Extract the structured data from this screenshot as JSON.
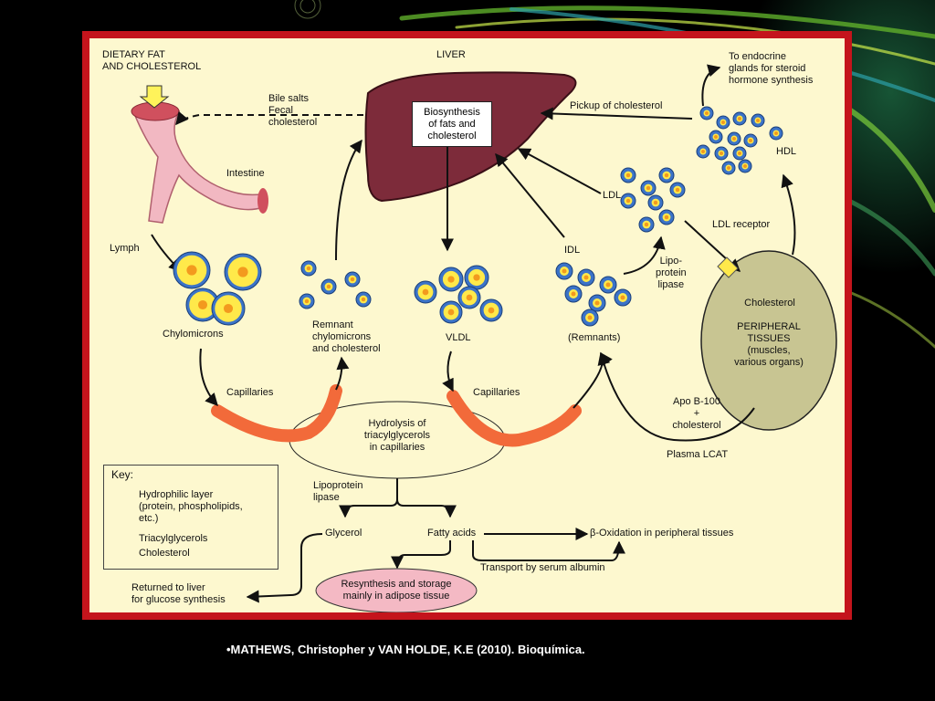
{
  "labels": {
    "dietary": "DIETARY FAT\nAND CHOLESTEROL",
    "liver": "LIVER",
    "liver_box": "Biosynthesis\nof fats and\ncholesterol",
    "bile": "Bile salts\nFecal\ncholesterol",
    "intestine": "Intestine",
    "lymph": "Lymph",
    "chylomicrons": "Chylomicrons",
    "remnant": "Remnant\nchylomicrons\nand cholesterol",
    "vldl": "VLDL",
    "idl": "IDL",
    "remnants": "(Remnants)",
    "ldl": "LDL",
    "lipoprotein_lipase_top": "Lipo-\nprotein\nlipase",
    "pickup": "Pickup of cholesterol",
    "endocrine": "To endocrine\nglands for steroid\nhormone synthesis",
    "hdl": "HDL",
    "ldl_receptor": "LDL receptor",
    "cholesterol_tissue": "Cholesterol",
    "peripheral": "PERIPHERAL\nTISSUES\n(muscles,\nvarious organs)",
    "capillaries_left": "Capillaries",
    "capillaries_right": "Capillaries",
    "hydrolysis": "Hydrolysis of\ntriacylglycerols\nin capillaries",
    "apob": "Apo B-100\n+\ncholesterol",
    "plasma_lcat": "Plasma LCAT",
    "lipoprotein_lipase_bottom": "Lipoprotein\nlipase",
    "glycerol": "Glycerol",
    "fatty_acids": "Fatty acids",
    "beta_oxidation": "β-Oxidation in peripheral tissues",
    "transport": "Transport by serum albumin",
    "resynthesis": "Resynthesis and storage\nmainly in adipose tissue",
    "returned": "Returned to liver\nfor glucose synthesis"
  },
  "key": {
    "title": "Key:",
    "hydrophilic": "Hydrophilic layer\n(protein, phospholipids,\n  etc.)",
    "triacyl": "Triacylglycerols",
    "cholesterol": "Cholesterol"
  },
  "colors": {
    "frame": "#c4141c",
    "panel": "#fdf8cf",
    "liver": "#7d2b3a",
    "capillary": "#f26a3a",
    "tissue": "#c8c592",
    "particle_blue": "#3b73c8",
    "particle_yellow": "#ffe94a",
    "particle_orange": "#f39a1e"
  },
  "citation": "•MATHEWS, Christopher y VAN HOLDE, K.E (2010). Bioquímica."
}
